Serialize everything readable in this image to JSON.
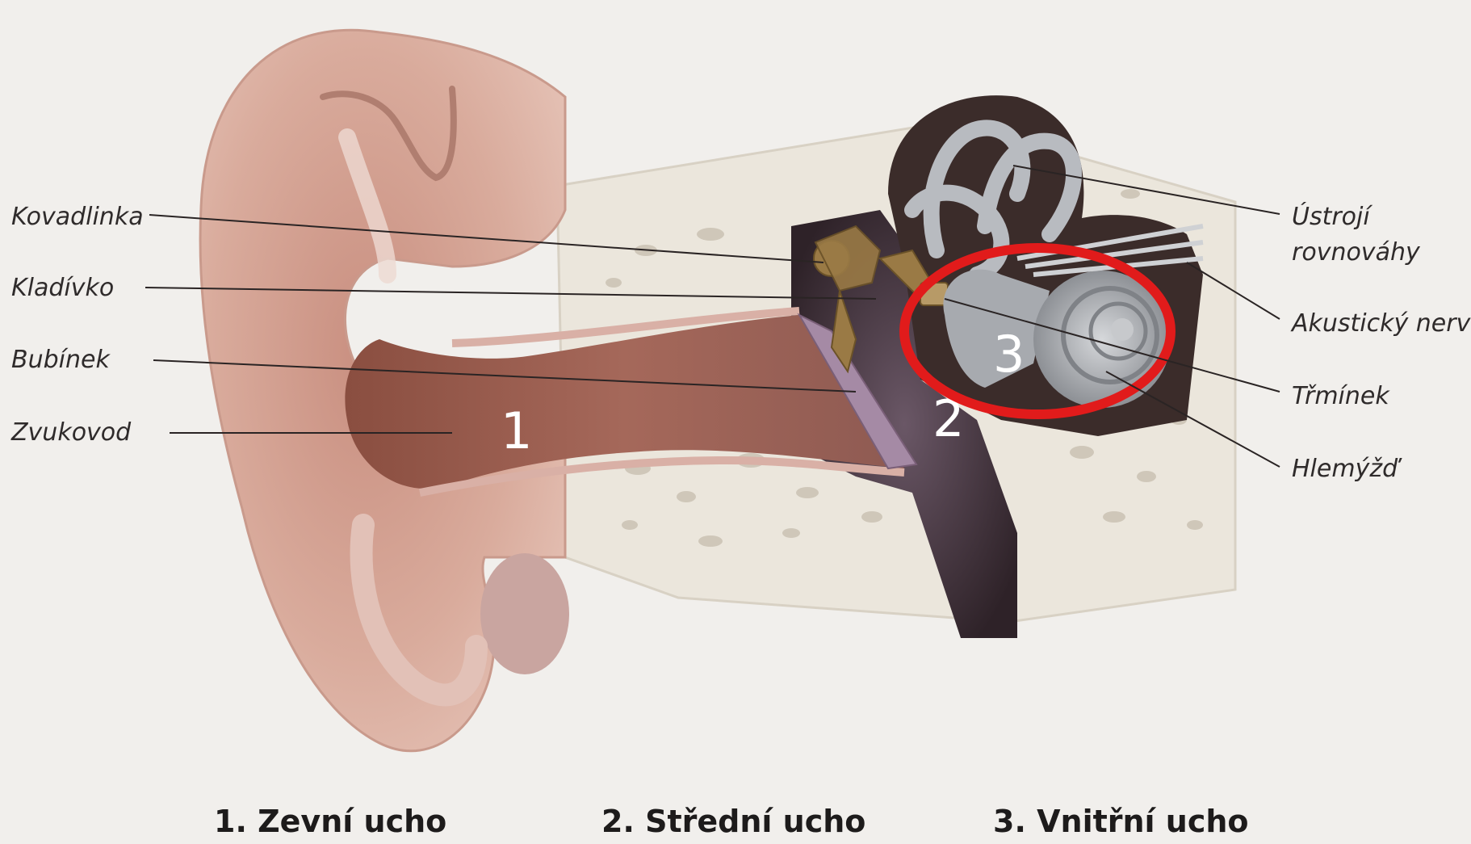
{
  "labels": {
    "kovadlinka": "Kovadlinka",
    "kladivko": "Kladívko",
    "bubinek": "Bubínek",
    "zvukovod": "Zvukovod",
    "ustroji_line1": "Ústrojí",
    "ustroji_line2": "rovnováhy",
    "akusticky_nerv": "Akustický nerv",
    "trminek": "Třmínek",
    "hlemyzd": "Hlemýžď"
  },
  "region_numbers": {
    "outer": "1",
    "middle": "2",
    "inner": "3"
  },
  "captions": {
    "outer": "1. Zevní ucho",
    "middle": "2. Střední ucho",
    "inner": "3. Vnitřní ucho"
  },
  "colors": {
    "background": "#f1efec",
    "skin": "#d9aea0",
    "canal": "#9a5c4c",
    "bone": "#ebe6dc",
    "cavity": "#4a3b45",
    "cochlea": "#a3a6ab",
    "ossicles": "#9a7a45",
    "highlight_circle": "#e11b1b"
  }
}
